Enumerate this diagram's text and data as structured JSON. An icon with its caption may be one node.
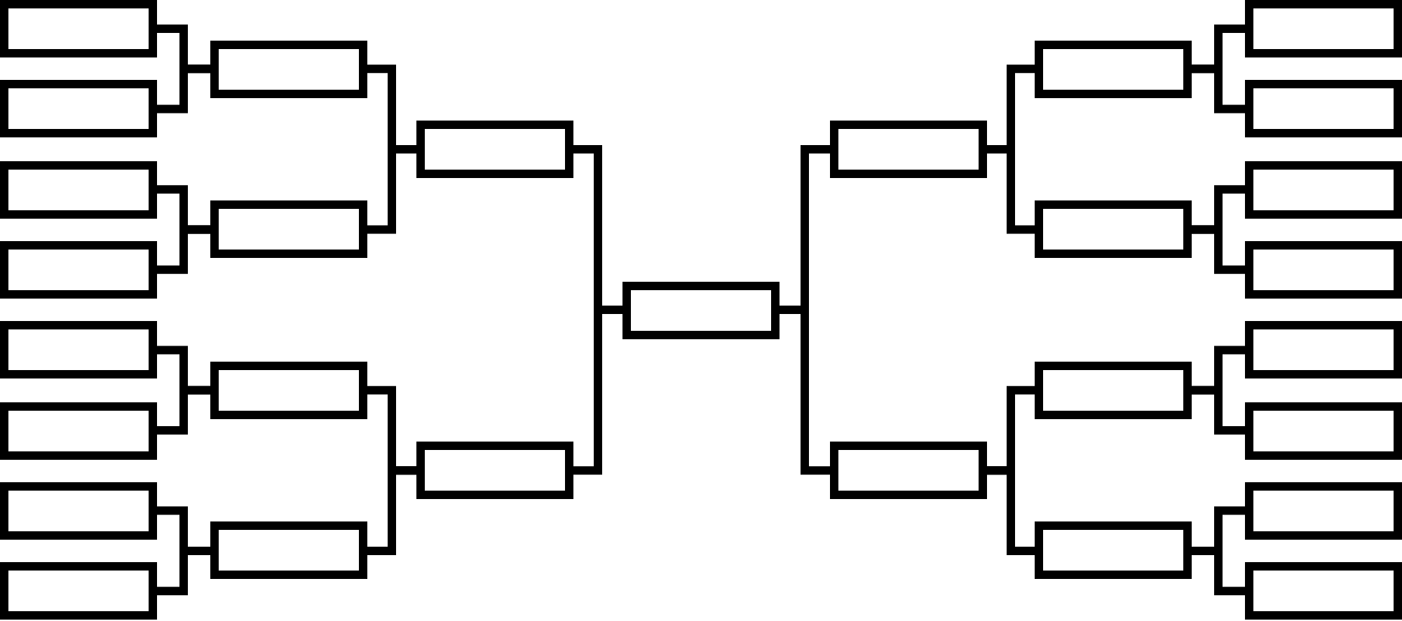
{
  "diagram": {
    "nodes": [
      {
        "text": [],
        "shape": "box"
      },
      {
        "text": [],
        "shape": "box"
      },
      {
        "text": [],
        "shape": "box"
      },
      {
        "text": [],
        "shape": "box"
      },
      {
        "text": [],
        "shape": "box"
      },
      {
        "text": [],
        "shape": "box"
      },
      {
        "text": [],
        "shape": "box"
      },
      {
        "text": [],
        "shape": "box"
      },
      {
        "text": [],
        "shape": "box"
      },
      {
        "text": [],
        "shape": "box"
      },
      {
        "text": [],
        "shape": "box"
      },
      {
        "text": [],
        "shape": "box"
      },
      {
        "text": [],
        "shape": "box"
      },
      {
        "text": [],
        "shape": "box"
      },
      {
        "text": [],
        "shape": "box"
      },
      {
        "text": [],
        "shape": "box"
      },
      {
        "text": [],
        "shape": "box"
      },
      {
        "text": [],
        "shape": "box"
      },
      {
        "text": [],
        "shape": "box"
      },
      {
        "text": [],
        "shape": "box"
      },
      {
        "text": [],
        "shape": "box"
      },
      {
        "text": [],
        "shape": "box"
      },
      {
        "text": [],
        "shape": "box"
      },
      {
        "text": [],
        "shape": "box"
      },
      {
        "text": [],
        "shape": "box"
      },
      {
        "text": [],
        "shape": "box"
      },
      {
        "text": [],
        "shape": "box"
      },
      {
        "text": [],
        "shape": "box"
      },
      {
        "text": [],
        "shape": "box"
      }
    ],
    "edges": [
      {
        "from": 0,
        "to": 8,
        "arrow": "none"
      },
      {
        "from": 1,
        "to": 8,
        "arrow": "none"
      },
      {
        "from": 2,
        "to": 9,
        "arrow": "none"
      },
      {
        "from": 3,
        "to": 9,
        "arrow": "none"
      },
      {
        "from": 4,
        "to": 10,
        "arrow": "none"
      },
      {
        "from": 5,
        "to": 10,
        "arrow": "none"
      },
      {
        "from": 6,
        "to": 11,
        "arrow": "none"
      },
      {
        "from": 7,
        "to": 11,
        "arrow": "none"
      },
      {
        "from": 8,
        "to": 12,
        "arrow": "none"
      },
      {
        "from": 9,
        "to": 12,
        "arrow": "none"
      },
      {
        "from": 10,
        "to": 13,
        "arrow": "none"
      },
      {
        "from": 11,
        "to": 13,
        "arrow": "none"
      },
      {
        "from": 12,
        "to": 14,
        "arrow": "none"
      },
      {
        "from": 13,
        "to": 14,
        "arrow": "none"
      },
      {
        "from": 15,
        "to": 14,
        "arrow": "none"
      },
      {
        "from": 16,
        "to": 14,
        "arrow": "none"
      },
      {
        "from": 17,
        "to": 15,
        "arrow": "none"
      },
      {
        "from": 18,
        "to": 15,
        "arrow": "none"
      },
      {
        "from": 19,
        "to": 16,
        "arrow": "none"
      },
      {
        "from": 20,
        "to": 16,
        "arrow": "none"
      },
      {
        "from": 21,
        "to": 17,
        "arrow": "none"
      },
      {
        "from": 22,
        "to": 17,
        "arrow": "none"
      },
      {
        "from": 23,
        "to": 18,
        "arrow": "none"
      },
      {
        "from": 24,
        "to": 18,
        "arrow": "none"
      },
      {
        "from": 25,
        "to": 19,
        "arrow": "none"
      },
      {
        "from": 26,
        "to": 19,
        "arrow": "none"
      },
      {
        "from": 27,
        "to": 20,
        "arrow": "none"
      },
      {
        "from": 28,
        "to": 20,
        "arrow": "none"
      }
    ]
  }
}
